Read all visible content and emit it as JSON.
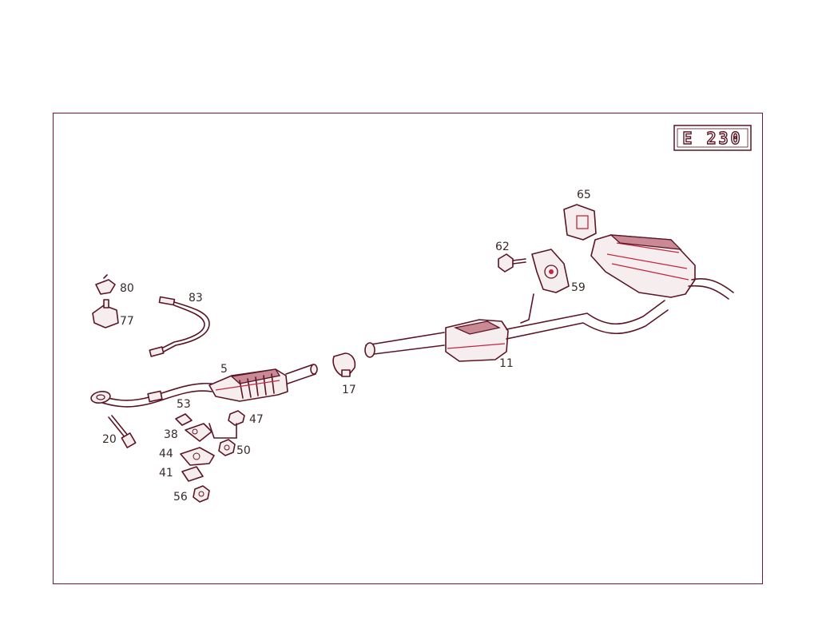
{
  "model_badge": "E 230",
  "labels": {
    "p5": "5",
    "p11": "11",
    "p17": "17",
    "p20": "20",
    "p38": "38",
    "p41": "41",
    "p44": "44",
    "p47": "47",
    "p50": "50",
    "p53": "53",
    "p56": "56",
    "p59": "59",
    "p62": "62",
    "p65": "65",
    "p77": "77",
    "p80": "80",
    "p83": "83"
  },
  "colors": {
    "line": "#5a1525",
    "accent": "#c2273f",
    "frame": "#6a1a2a"
  }
}
